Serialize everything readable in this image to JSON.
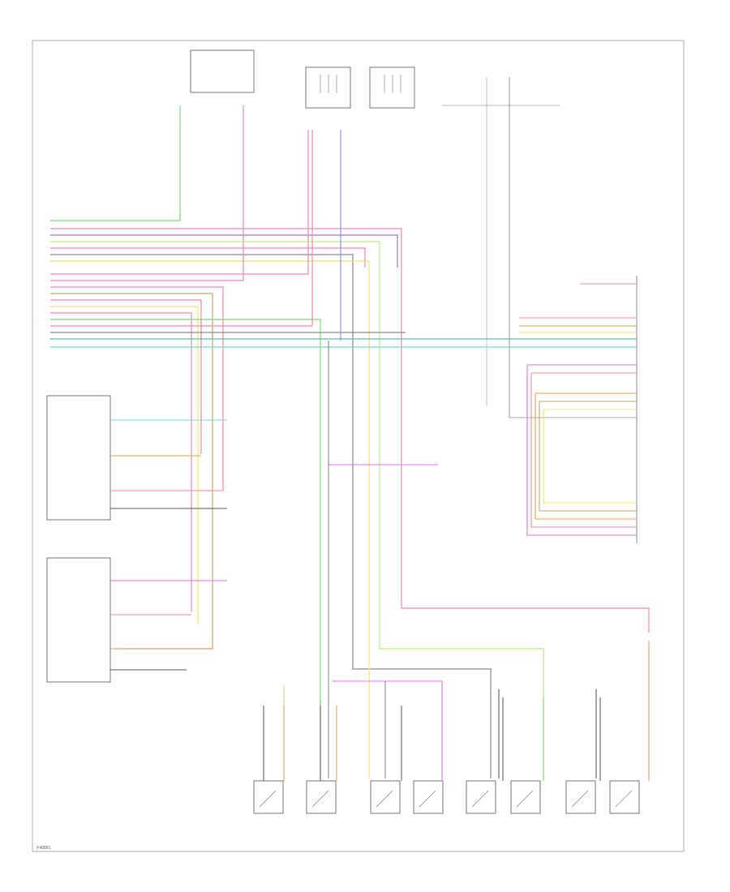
{
  "diagram": {
    "footer_code": "P48881",
    "wire_colors": {
      "green": "#7fd67a",
      "pink": "#f08aa5",
      "grey": "#8c8c8c",
      "yellow": "#f2e36b",
      "lightgreen": "#bfe88a",
      "tan": "#c9a26b",
      "blue": "#7a8cf0",
      "cyan": "#74d8d8",
      "orange": "#f0a050",
      "magenta": "#e070e0",
      "teal": "#4fbfa5",
      "black": "#555555",
      "olive": "#a8a070"
    },
    "components": [
      {
        "id": "module-top-left",
        "label": ""
      },
      {
        "id": "door-lock-switch-1",
        "label": ""
      },
      {
        "id": "door-lock-switch-2",
        "label": ""
      },
      {
        "id": "fuse-junction",
        "label": ""
      },
      {
        "id": "left-mirror-assembly",
        "label": ""
      },
      {
        "id": "right-mirror-assembly",
        "label": ""
      },
      {
        "id": "actuator-1",
        "label": ""
      },
      {
        "id": "actuator-2",
        "label": ""
      },
      {
        "id": "actuator-3",
        "label": ""
      },
      {
        "id": "actuator-4",
        "label": ""
      },
      {
        "id": "actuator-5",
        "label": ""
      },
      {
        "id": "actuator-6",
        "label": ""
      },
      {
        "id": "actuator-7",
        "label": ""
      },
      {
        "id": "actuator-8",
        "label": ""
      }
    ]
  }
}
